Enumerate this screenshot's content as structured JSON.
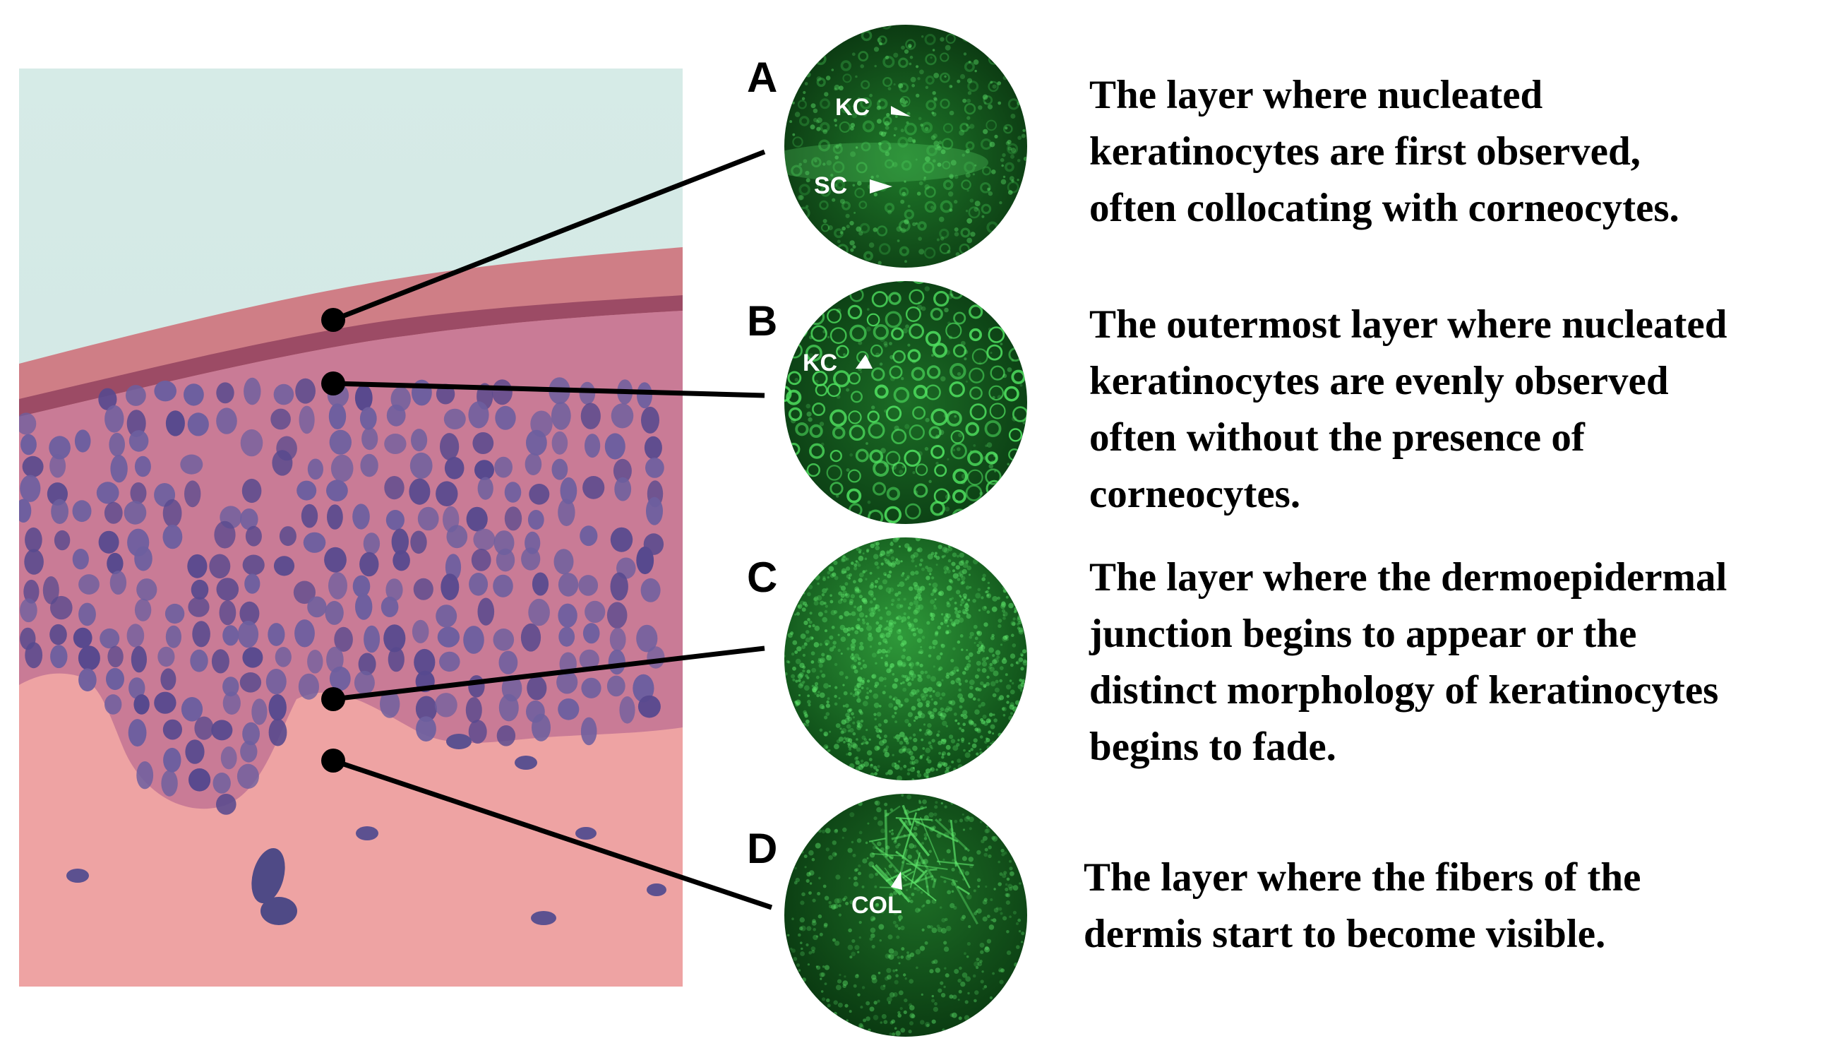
{
  "panels": [
    {
      "letter": "A",
      "markers": [
        "KC",
        "SC"
      ],
      "description": [
        "The layer where nucleated",
        "keratinocytes are first observed,",
        "often collocating with corneocytes."
      ]
    },
    {
      "letter": "B",
      "markers": [
        "KC"
      ],
      "description": [
        "The outermost layer where nucleated",
        "keratinocytes are evenly observed",
        "often without the presence of",
        "corneocytes."
      ]
    },
    {
      "letter": "C",
      "markers": [],
      "description": [
        "The layer where the dermoepidermal",
        "junction begins to appear or the",
        "distinct morphology of keratinocytes",
        "begins to fade."
      ]
    },
    {
      "letter": "D",
      "markers": [
        "COL"
      ],
      "description": [
        "The layer where the fibers of the",
        "dermis start to become visible."
      ]
    }
  ],
  "colors": {
    "sky": "#d8ece8",
    "epidermis": "#c87a8e",
    "dermis": "#eda0a0",
    "nucleus": "#6f5f9e",
    "fluor_bg": "#0b3a12",
    "fluor_cell": "#39c94d"
  }
}
